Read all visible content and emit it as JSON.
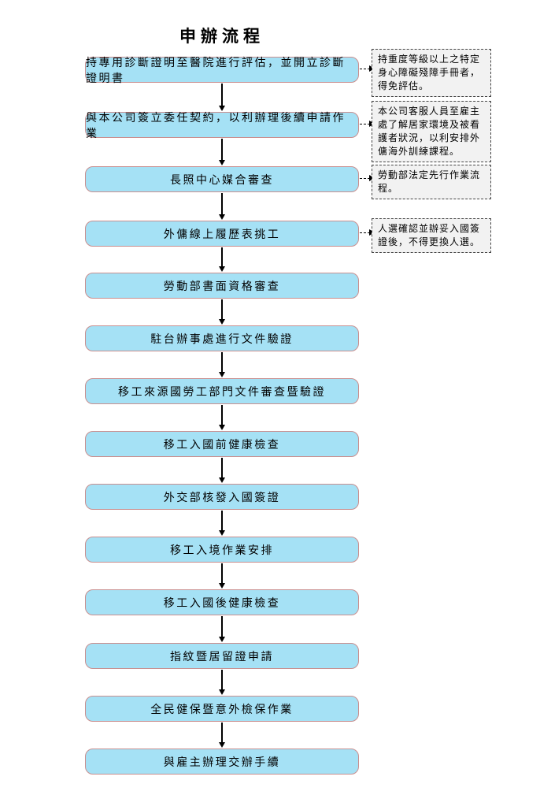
{
  "title": "申辦流程",
  "colors": {
    "step_fill": "#A5E1F5",
    "step_border": "#C98F8F",
    "callout_fill": "#F2F2F2",
    "callout_border": "#444444",
    "arrow": "#000000"
  },
  "steps": [
    {
      "label": "持專用診斷證明至醫院進行評估，並開立診斷證明書"
    },
    {
      "label": "與本公司簽立委任契約，以利辦理後續申請作業"
    },
    {
      "label": "長照中心媒合審查"
    },
    {
      "label": "外傭線上履歷表挑工"
    },
    {
      "label": "勞動部書面資格審查"
    },
    {
      "label": "駐台辦事處進行文件驗證"
    },
    {
      "label": "移工來源國勞工部門文件審查暨驗證"
    },
    {
      "label": "移工入國前健康檢查"
    },
    {
      "label": "外交部核發入國簽證"
    },
    {
      "label": "移工入境作業安排"
    },
    {
      "label": "移工入國後健康檢查"
    },
    {
      "label": "指紋暨居留證申請"
    },
    {
      "label": "全民健保暨意外檢保作業"
    },
    {
      "label": "與雇主辦理交辦手續"
    }
  ],
  "callouts": [
    {
      "text": "持重度等級以上之特定身心障礙殘障手冊者，得免評估。"
    },
    {
      "text": "本公司客服人員至雇主處了解居家環境及被看護者狀況，以利安排外傭海外訓練課程。"
    },
    {
      "text": "勞動部法定先行作業流程。"
    },
    {
      "text": "人選確認並辦妥入國簽證後，不得更換人選。"
    }
  ]
}
